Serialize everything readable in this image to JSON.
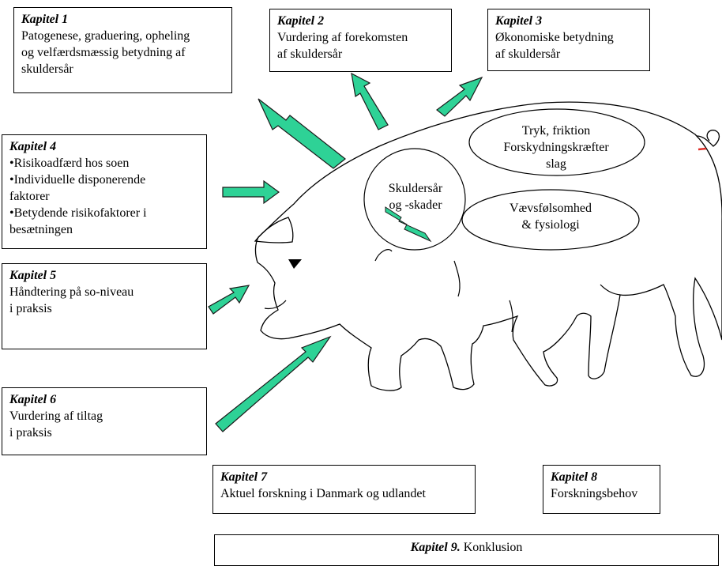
{
  "kap1": {
    "title": "Kapitel 1",
    "lines": [
      "Patogenese, graduering, opheling",
      "og velfærdsmæssig betydning af",
      "skuldersår"
    ]
  },
  "kap2": {
    "title": "Kapitel 2",
    "lines": [
      "Vurdering af forekomsten",
      "af skuldersår"
    ]
  },
  "kap3": {
    "title": "Kapitel 3",
    "lines": [
      "Økonomiske betydning",
      "af skuldersår"
    ]
  },
  "kap4": {
    "title": "Kapitel 4",
    "lines": [
      "•Risikoadfærd hos soen",
      "•Individuelle disponerende",
      "faktorer",
      "•Betydende risikofaktorer i",
      "besætningen"
    ]
  },
  "kap5": {
    "title": "Kapitel 5",
    "lines": [
      "Håndtering på so-niveau",
      "i praksis"
    ]
  },
  "kap6": {
    "title": "Kapitel 6",
    "lines": [
      "Vurdering af tiltag",
      "i praksis"
    ]
  },
  "kap7": {
    "title": "Kapitel 7",
    "lines": [
      "Aktuel forskning i Danmark og udlandet"
    ]
  },
  "kap8": {
    "title": "Kapitel 8",
    "lines": [
      "Forskningsbehov"
    ]
  },
  "kap9": {
    "title": "Kapitel 9.",
    "text": "Konklusion"
  },
  "ellipses": {
    "tryk": [
      "Tryk, friktion",
      "Forskydningskræfter",
      "slag"
    ],
    "skulder": [
      "Skuldersår",
      "og -skader"
    ],
    "vaev": [
      "Vævsfølsomhed",
      "& fysiologi"
    ]
  },
  "colors": {
    "arrow_fill": "#2ed296",
    "arrow_stroke": "#1a1a1a",
    "lightning": "#2ed296",
    "tail_mark": "#e0302a"
  }
}
